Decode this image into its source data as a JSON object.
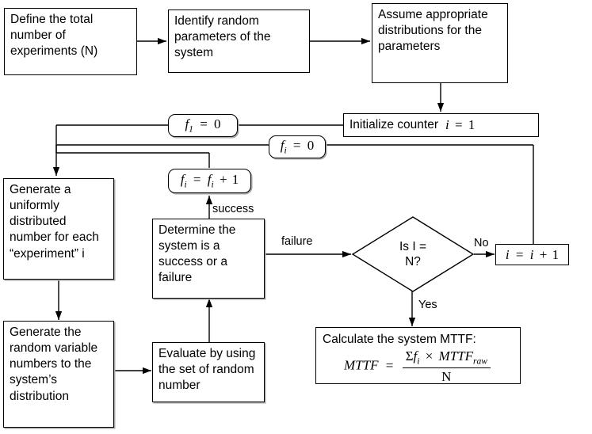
{
  "diagram": {
    "title": "Monte Carlo MTTF simulation flowchart",
    "stroke_color": "#000000",
    "shadow_color": "#a8a8a8",
    "background": "#ffffff"
  },
  "nodes": {
    "define_total": "Define the total number of experiments (N)",
    "identify_random": "Identify random parameters of the system",
    "assume_distributions": "Assume appropriate distributions for the parameters",
    "initialize_counter": "Initialize counter",
    "initialize_counter_math": "i = 1",
    "f1_zero": "f₁ = 0",
    "fi_zero": "fᵢ = 0",
    "fi_increment": "fᵢ = fᵢ + 1",
    "generate_uniform": "Generate a uniformly distributed number for each “experiment” i",
    "generate_random_vars": "Generate the random variable numbers to the system’s distribution",
    "evaluate_set": "Evaluate by using the set of random number",
    "determine_success": "Determine the system is a success or a failure",
    "decision": "Is I = N?",
    "decision_line1": "Is I =",
    "decision_line2": "N?",
    "i_increment": "i = i + 1",
    "mttf_title": "Calculate the system MTTF:",
    "mttf_formula": "MTTF = (Σfᵢ × MTTF_raw) / N",
    "mttf_lhs": "MTTF",
    "mttf_equals": "=",
    "mttf_numerator_sigma": "Σ",
    "mttf_numerator_f": "f",
    "mttf_numerator_fsub": "i",
    "mttf_numerator_times": "×",
    "mttf_numerator_mttf": "MTTF",
    "mttf_numerator_sub": "raw",
    "mttf_denominator": "N"
  },
  "edge_labels": {
    "success": "success",
    "failure": "failure",
    "yes": "Yes",
    "no": "No"
  },
  "math_tokens": {
    "f": "f",
    "sub_1": "1",
    "sub_i": "i",
    "equals": "=",
    "zero": "0",
    "one": "1",
    "plus": "+",
    "i": "i"
  }
}
